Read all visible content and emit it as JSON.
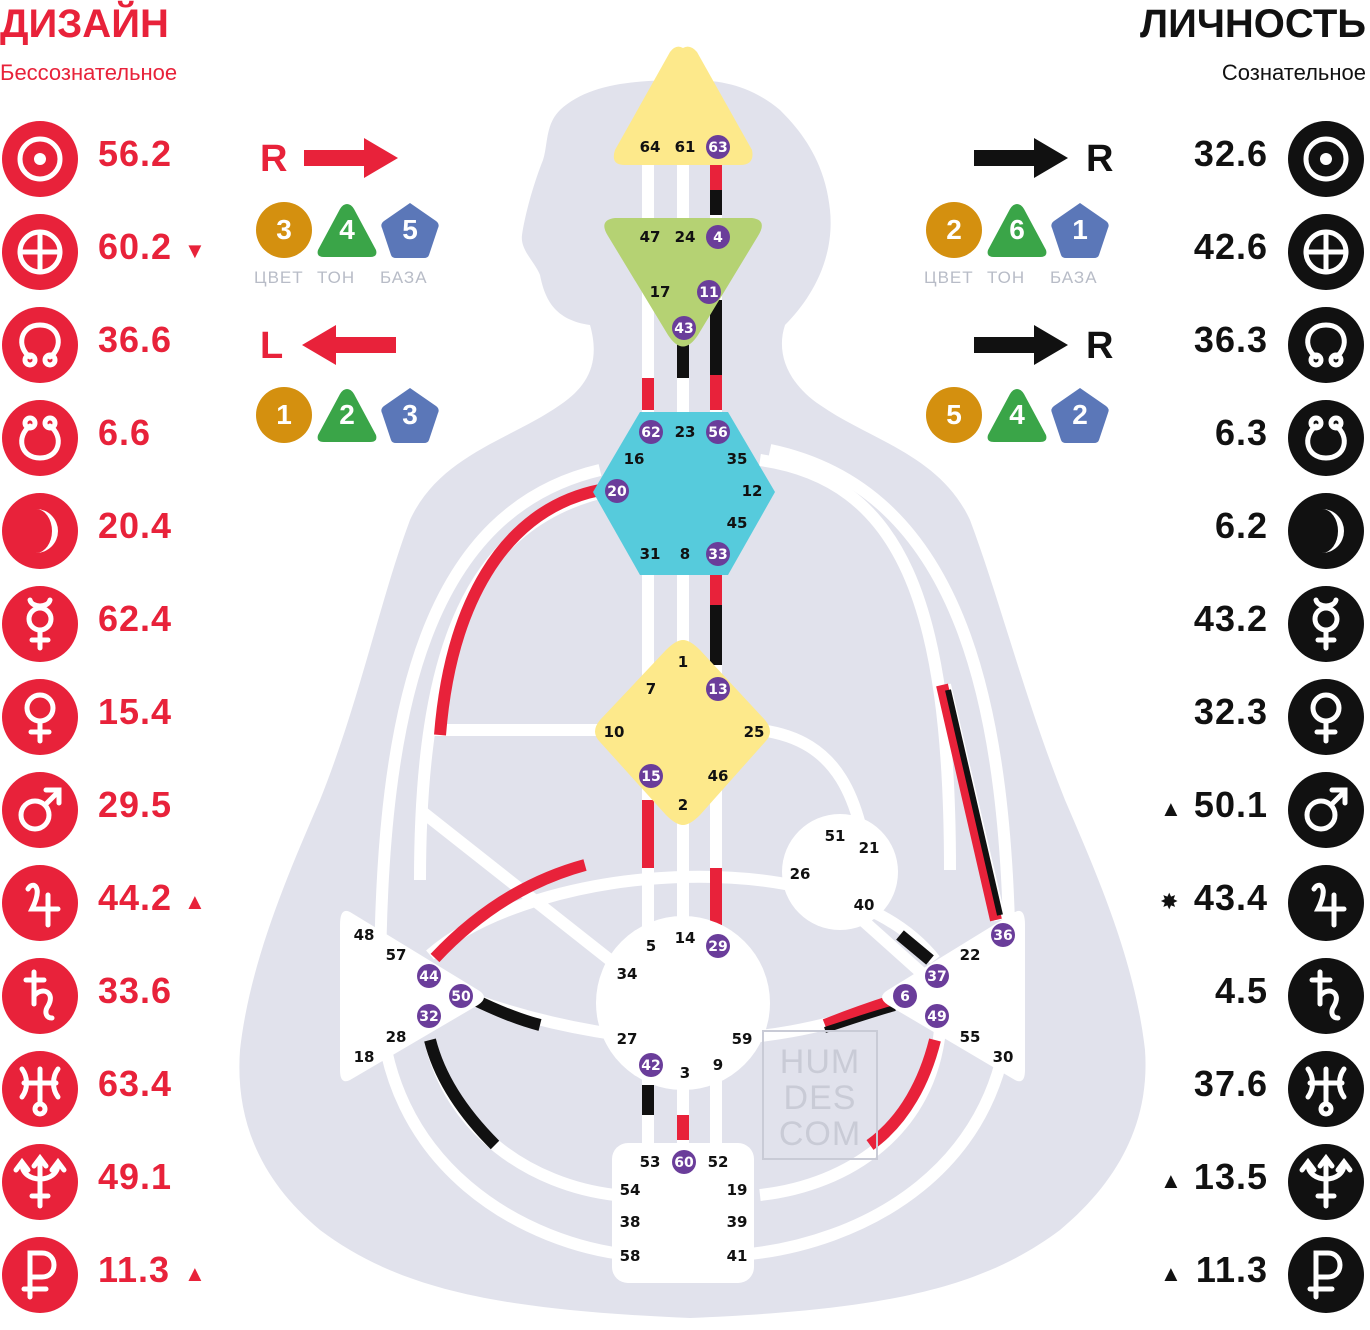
{
  "design": {
    "title": "ДИЗАЙН",
    "subtitle": "Бессознательное",
    "color": "#e8223a",
    "planets": [
      {
        "icon": "sun-icon",
        "value": "56.2",
        "mark": ""
      },
      {
        "icon": "earth-icon",
        "value": "60.2",
        "mark": "▼"
      },
      {
        "icon": "north-node-icon",
        "value": "36.6",
        "mark": ""
      },
      {
        "icon": "south-node-icon",
        "value": "6.6",
        "mark": ""
      },
      {
        "icon": "moon-icon",
        "value": "20.4",
        "mark": ""
      },
      {
        "icon": "mercury-icon",
        "value": "62.4",
        "mark": ""
      },
      {
        "icon": "venus-icon",
        "value": "15.4",
        "mark": ""
      },
      {
        "icon": "mars-icon",
        "value": "29.5",
        "mark": ""
      },
      {
        "icon": "jupiter-icon",
        "value": "44.2",
        "mark": "▲"
      },
      {
        "icon": "saturn-icon",
        "value": "33.6",
        "mark": ""
      },
      {
        "icon": "uranus-icon",
        "value": "63.4",
        "mark": ""
      },
      {
        "icon": "neptune-icon",
        "value": "49.1",
        "mark": ""
      },
      {
        "icon": "pluto-icon",
        "value": "11.3",
        "mark": "▲"
      }
    ],
    "arrow_top": {
      "letter": "R",
      "direction": "right"
    },
    "arrow_bottom": {
      "letter": "L",
      "direction": "left"
    },
    "variables_top": [
      "3",
      "4",
      "5"
    ],
    "variables_bottom": [
      "1",
      "2",
      "3"
    ]
  },
  "personality": {
    "title": "ЛИЧНОСТЬ",
    "subtitle": "Сознательное",
    "color": "#111111",
    "planets": [
      {
        "icon": "sun-icon",
        "value": "32.6",
        "mark": ""
      },
      {
        "icon": "earth-icon",
        "value": "42.6",
        "mark": ""
      },
      {
        "icon": "north-node-icon",
        "value": "36.3",
        "mark": ""
      },
      {
        "icon": "south-node-icon",
        "value": "6.3",
        "mark": ""
      },
      {
        "icon": "moon-icon",
        "value": "6.2",
        "mark": ""
      },
      {
        "icon": "mercury-icon",
        "value": "43.2",
        "mark": ""
      },
      {
        "icon": "venus-icon",
        "value": "32.3",
        "mark": ""
      },
      {
        "icon": "mars-icon",
        "value": "50.1",
        "mark": "▲"
      },
      {
        "icon": "jupiter-icon",
        "value": "43.4",
        "mark": "✸"
      },
      {
        "icon": "saturn-icon",
        "value": "4.5",
        "mark": ""
      },
      {
        "icon": "uranus-icon",
        "value": "37.6",
        "mark": ""
      },
      {
        "icon": "neptune-icon",
        "value": "13.5",
        "mark": "▲"
      },
      {
        "icon": "pluto-icon",
        "value": "11.3",
        "mark": "▲"
      }
    ],
    "arrow_top": {
      "letter": "R",
      "direction": "right"
    },
    "arrow_bottom": {
      "letter": "R",
      "direction": "right"
    },
    "variables_top": [
      "2",
      "6",
      "1"
    ],
    "variables_bottom": [
      "5",
      "4",
      "2"
    ]
  },
  "variable_captions": [
    "ЦВЕТ",
    "ТОН",
    "БАЗА"
  ],
  "variable_colors": [
    "#d4900f",
    "#3aa548",
    "#5b77b8"
  ],
  "center_colors": {
    "head": "#fde98b",
    "ajna": "#b5d273",
    "throat": "#56cbdc",
    "g": "#fde98b",
    "undefined": "#ffffff",
    "body": "#e1e2ec"
  },
  "watermark": [
    "HUM",
    "DES",
    "COM"
  ],
  "gates": {
    "head": [
      "64",
      "61",
      "63"
    ],
    "ajna": [
      "47",
      "24",
      "4",
      "17",
      "11",
      "43"
    ],
    "throat": [
      "62",
      "23",
      "56",
      "16",
      "35",
      "20",
      "12",
      "45",
      "31",
      "8",
      "33"
    ],
    "g": [
      "1",
      "7",
      "13",
      "10",
      "25",
      "15",
      "46",
      "2"
    ],
    "heart": [
      "51",
      "21",
      "26",
      "40"
    ],
    "spleen": [
      "48",
      "57",
      "44",
      "50",
      "32",
      "28",
      "18"
    ],
    "sacral": [
      "5",
      "14",
      "29",
      "34",
      "27",
      "59",
      "42",
      "3",
      "9"
    ],
    "solar": [
      "36",
      "22",
      "37",
      "6",
      "49",
      "55",
      "30"
    ],
    "root": [
      "53",
      "60",
      "52",
      "54",
      "19",
      "38",
      "39",
      "58",
      "41"
    ]
  }
}
